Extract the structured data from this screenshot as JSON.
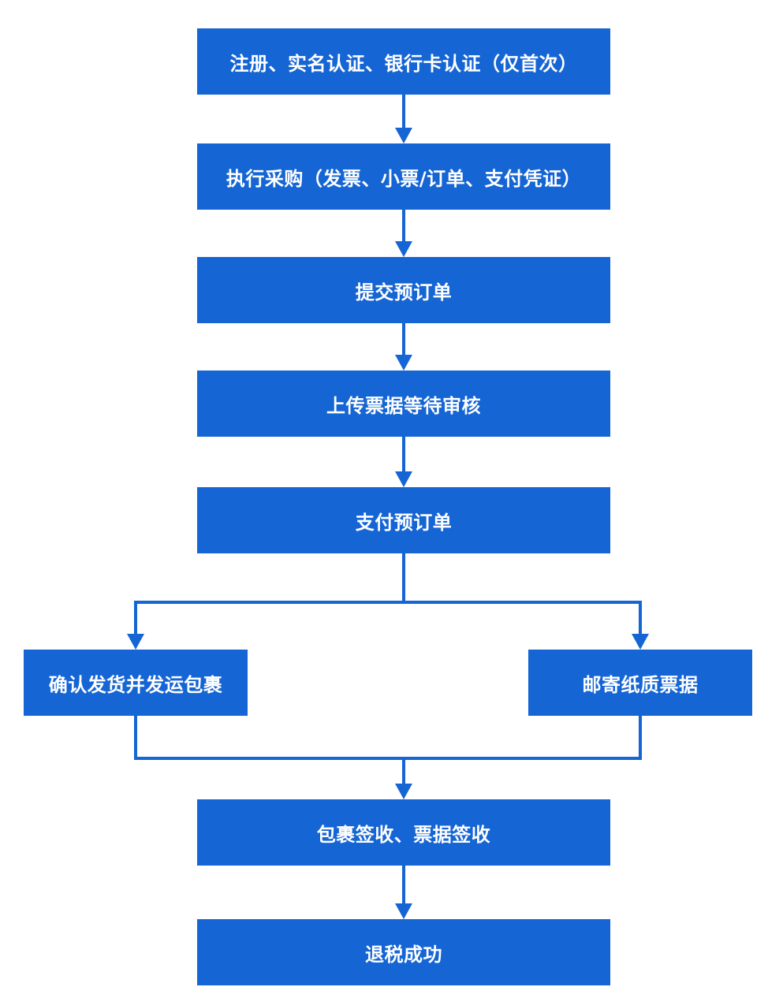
{
  "colors": {
    "node_fill": "#1565d4",
    "node_text": "#ffffff",
    "connector": "#1565d4",
    "background": "#ffffff"
  },
  "nodes": {
    "register": "注册、实名认证、银行卡认证（仅首次）",
    "purchase": "执行采购（发票、小票/订单、支付凭证）",
    "submit": "提交预订单",
    "upload": "上传票据等待审核",
    "pay": "支付预订单",
    "ship": "确认发货并发运包裹",
    "mail": "邮寄纸质票据",
    "sign": "包裹签收、票据签收",
    "success": "退税成功"
  },
  "edges": [
    {
      "from": "register",
      "to": "purchase"
    },
    {
      "from": "purchase",
      "to": "submit"
    },
    {
      "from": "submit",
      "to": "upload"
    },
    {
      "from": "upload",
      "to": "pay"
    },
    {
      "from": "pay",
      "to": "ship"
    },
    {
      "from": "pay",
      "to": "mail"
    },
    {
      "from": "ship",
      "to": "sign"
    },
    {
      "from": "mail",
      "to": "sign"
    },
    {
      "from": "sign",
      "to": "success"
    }
  ]
}
